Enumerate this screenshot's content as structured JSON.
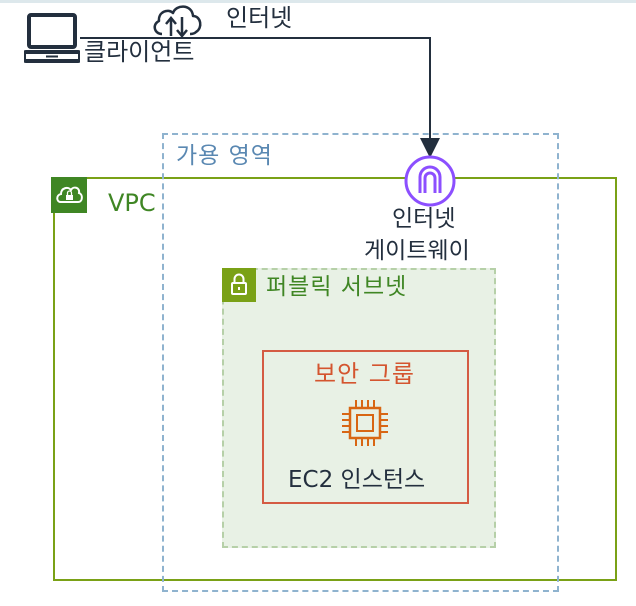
{
  "client": {
    "label": "클라이언트",
    "icon": "laptop-icon"
  },
  "internet": {
    "label": "인터넷",
    "icon": "cloud-upload-download-icon"
  },
  "vpc": {
    "label": "VPC",
    "icon": "cloud-lock-icon"
  },
  "availability_zone": {
    "label": "가용 영역"
  },
  "internet_gateway": {
    "label_line1": "인터넷",
    "label_line2": "게이트웨이",
    "icon": "internet-gateway-icon"
  },
  "public_subnet": {
    "label": "퍼블릭 서브넷",
    "icon": "lock-icon"
  },
  "security_group": {
    "label": "보안 그룹"
  },
  "ec2": {
    "label": "EC2 인스턴스",
    "icon": "chip-icon"
  },
  "colors": {
    "vpc_green": "#3f8624",
    "vpc_border": "#7aa116",
    "az_blue": "#5a88b2",
    "subnet_fill": "#e8f1e5",
    "security_group_red": "#d45b43",
    "ec2_orange": "#d86613",
    "igw_purple": "#8c4fff",
    "text_dark": "#232f3e"
  }
}
